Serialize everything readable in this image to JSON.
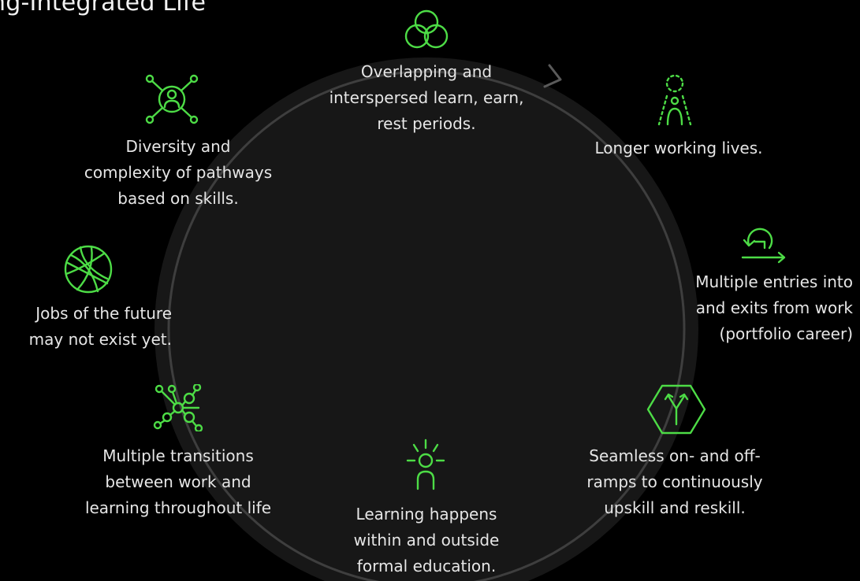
{
  "title": "ng-Integrated Life",
  "colors": {
    "background": "#000000",
    "disc": "#171717",
    "ring": "#3e3e3e",
    "accent": "#4ddc46",
    "text": "#e6e6e6"
  },
  "nodes": [
    {
      "key": "overlap",
      "icon": "venn-circles-icon",
      "text": "Overlapping and\ninterspersed learn, earn,\nrest periods."
    },
    {
      "key": "longer",
      "icon": "person-dotted-icon",
      "text": "Longer working lives."
    },
    {
      "key": "entries",
      "icon": "cycle-arrow-icon",
      "text": "Multiple entries into\nand exits from work\n(portfolio career)"
    },
    {
      "key": "ramps",
      "icon": "fork-hexagon-icon",
      "text": "Seamless on- and off-\nramps to continuously\nupskill and reskill."
    },
    {
      "key": "learning",
      "icon": "idea-person-icon",
      "text": "Learning happens\nwithin and outside\nformal education."
    },
    {
      "key": "transitions",
      "icon": "network-nodes-icon",
      "text": "Multiple transitions\nbetween work and\nlearning throughout life"
    },
    {
      "key": "jobs",
      "icon": "globe-lines-icon",
      "text": "Jobs of the future\nmay not exist yet."
    },
    {
      "key": "diversity",
      "icon": "person-hub-icon",
      "text": "Diversity and\ncomplexity of pathways\nbased on skills."
    }
  ]
}
